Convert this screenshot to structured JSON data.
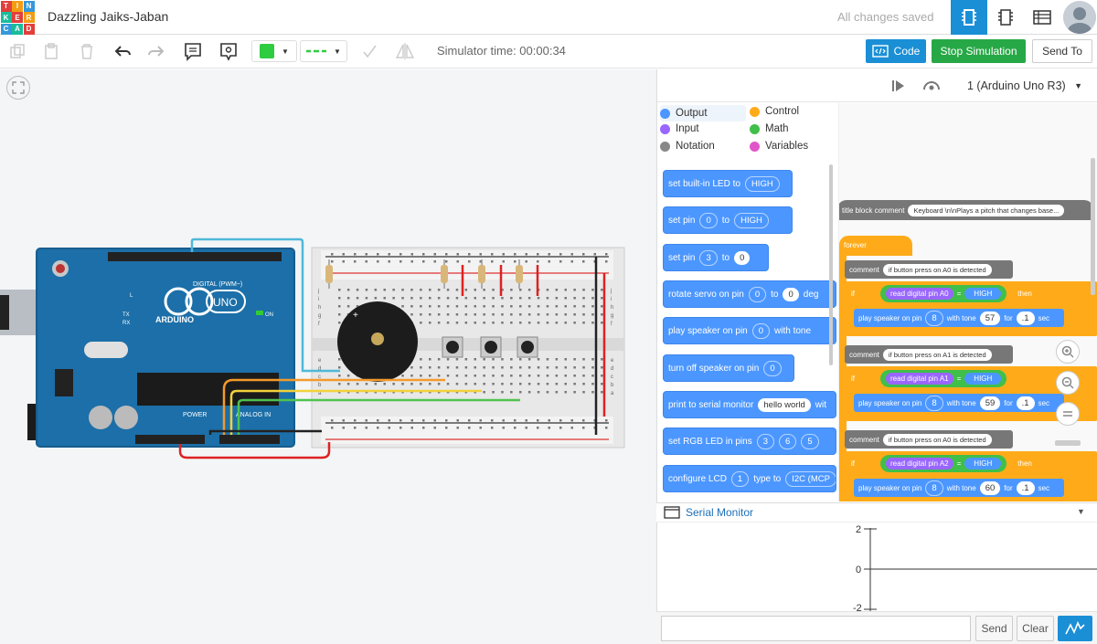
{
  "app": {
    "logo_letters": [
      "T",
      "I",
      "N",
      "K",
      "E",
      "R",
      "C",
      "A",
      "D"
    ],
    "logo_colors": [
      "#e23f3b",
      "#f39c12",
      "#3498db",
      "#1abc9c",
      "#e23f3b",
      "#f39c12",
      "#3498db",
      "#1abc9c",
      "#e23f3b"
    ],
    "project_title": "Dazzling Jaiks-Jaban",
    "save_status": "All changes saved",
    "accent": "#1a8fd6"
  },
  "toolbar": {
    "sim_time": "Simulator time: 00:00:34",
    "code_label": "Code",
    "stop_label": "Stop Simulation",
    "send_to_label": "Send To",
    "fill_color": "#2ecc40"
  },
  "board": {
    "brand": "ARDUINO",
    "model": "UNO",
    "digital_label": "DIGITAL (PWM~)",
    "power_label": "POWER",
    "analog_label": "ANALOG IN",
    "on_label": "ON",
    "tx": "TX",
    "rx": "RX",
    "l": "L"
  },
  "code_panel": {
    "device": "1 (Arduino Uno R3)",
    "categories": [
      {
        "label": "Output",
        "color": "#4c97ff"
      },
      {
        "label": "Control",
        "color": "#ffab19"
      },
      {
        "label": "Input",
        "color": "#9966ff"
      },
      {
        "label": "Math",
        "color": "#40bf4a"
      },
      {
        "label": "Notation",
        "color": "#888888"
      },
      {
        "label": "Variables",
        "color": "#e056c8"
      }
    ],
    "blocks": {
      "b1": {
        "text": "set built-in LED to",
        "v1": "HIGH"
      },
      "b2": {
        "text": "set pin",
        "v1": "0",
        "mid": "to",
        "v2": "HIGH"
      },
      "b3": {
        "text": "set pin",
        "v1": "3",
        "mid": "to",
        "v2": "0"
      },
      "b4": {
        "text": "rotate servo on pin",
        "v1": "0",
        "mid": "to",
        "v2": "0",
        "tail": "deg"
      },
      "b5": {
        "text": "play speaker on pin",
        "v1": "0",
        "mid": "with tone"
      },
      "b6": {
        "text": "turn off speaker on pin",
        "v1": "0"
      },
      "b7": {
        "text": "print to serial monitor",
        "v1": "hello world",
        "tail": "wit"
      },
      "b8": {
        "text": "set RGB LED in pins",
        "v1": "3",
        "v2": "6",
        "v3": "5"
      },
      "b9": {
        "text": "configure LCD",
        "v1": "1",
        "mid": "type to",
        "v2": "I2C (MCP"
      }
    },
    "script": {
      "title_label": "title block comment",
      "title_text": "Keyboard \\n\\nPlays a pitch that changes base...",
      "forever": "forever",
      "comment_label": "comment",
      "comment_a0": "if button press on A0 is detected",
      "comment_a1": "if button press on A1 is detected",
      "comment_a0b": "if button press on A0 is detected",
      "if_label": "if",
      "then_label": "then",
      "read_label": "read digital pin",
      "pins": [
        "A0",
        "A1",
        "A2"
      ],
      "eq": "=",
      "high": "HIGH",
      "play_label": "play speaker on pin",
      "speaker_pin": "8",
      "tone_label": "with tone",
      "tones": [
        "57",
        "59",
        "60"
      ],
      "for_label": "for",
      "dur": ".1",
      "sec_label": "sec"
    }
  },
  "serial": {
    "title": "Serial Monitor",
    "send": "Send",
    "clear": "Clear",
    "graph_ticks": [
      "2",
      "0",
      "-2"
    ]
  },
  "breadboard": {
    "rows_top": [
      "j",
      "i",
      "h",
      "g",
      "f"
    ],
    "rows_bottom": [
      "e",
      "d",
      "c",
      "b",
      "a"
    ]
  }
}
